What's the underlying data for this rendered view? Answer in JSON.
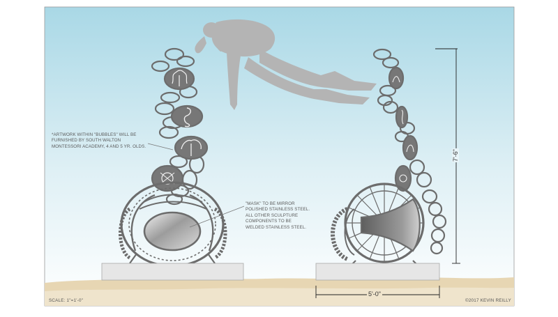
{
  "notes": {
    "bubbles_note": [
      "*ARTWORK WITHIN \"BUBBLES\" WILL BE",
      "FURNISHED BY SOUTH WALTON",
      "MONTESSORI ACADEMY, 4 AND 5 YR. OLDS."
    ],
    "mask_note": [
      "\"MASK\" TO BE MIRROR",
      "POLISHED STAINLESS STEEL.",
      "ALL OTHER SCULPTURE",
      "COMPONENTS TO BE",
      "WELDED STAINLESS STEEL."
    ]
  },
  "dimensions": {
    "height": "7'-6\"",
    "width": "5'-0\""
  },
  "scale_label": "SCALE: 1\"=1'-0\"",
  "copyright": "©2017 KEVIN REILLY",
  "colors": {
    "sky_top": "#a9d8e6",
    "sky_bottom": "#ffffff",
    "sand": "#e7d6b3",
    "metal": "#6c6c6c",
    "metal_light": "#8a8a8a",
    "base": "#e6e6e6",
    "diver": "#b4b4b4"
  }
}
